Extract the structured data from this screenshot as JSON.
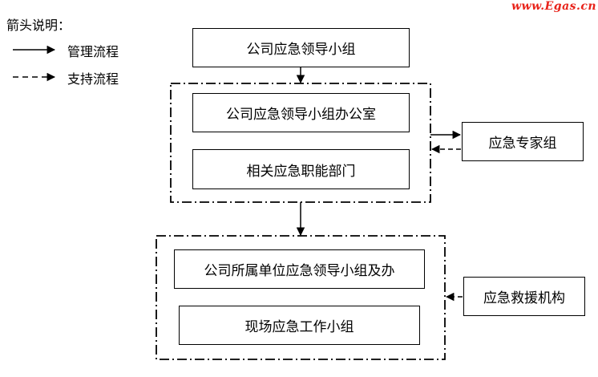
{
  "legend": {
    "title": "箭头说明：",
    "management": "管理流程",
    "support": "支持流程"
  },
  "watermark": "www.Egas.cn",
  "nodes": {
    "leader_group": "公司应急领导小组",
    "leader_office": "公司应急领导小组办公室",
    "related_depts": "相关应急职能部门",
    "expert_group": "应急专家组",
    "unit_leader_group": "公司所属单位应急领导小组及办",
    "field_group": "现场应急工作小组",
    "rescue_org": "应急救援机构"
  },
  "colors": {
    "line": "#000000",
    "watermark": "#e8231a"
  }
}
